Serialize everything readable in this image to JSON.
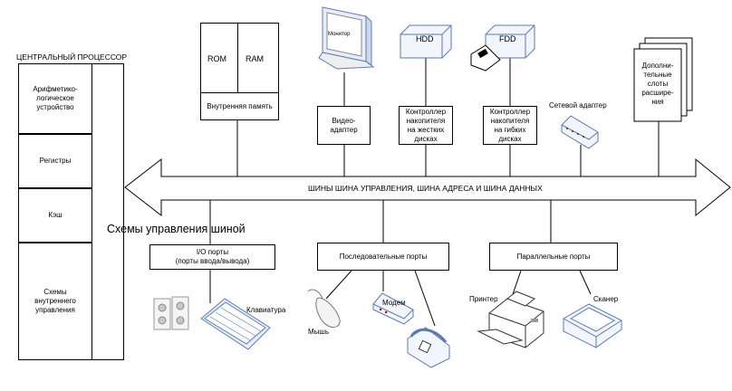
{
  "cpu": {
    "title": "ЦЕНТРАЛЬНЫЙ ПРОЦЕССОР",
    "cells": [
      "Арифметико-\nлогическое\nустройство",
      "Регистры",
      "Кэш",
      "Схемы\nвнутреннего\nуправления"
    ],
    "bus_control": "Схемы управления шиной"
  },
  "memory": {
    "rom": "ROM",
    "ram": "RAM",
    "label": "Внутренняя память"
  },
  "bus": {
    "label": "ШИНЫ ШИНА УПРАВЛЕНИЯ, ШИНА АДРЕСА И ШИНА ДАННЫХ"
  },
  "devices": {
    "monitor": "Монитор",
    "hdd": "HDD",
    "fdd": "FDD",
    "video": "Видео-\nадаптер",
    "hdd_ctrl": "Контроллер\nнакопителя\nна жестких\nдисках",
    "fdd_ctrl": "Контроллер\nнакопителя\nна гибких\nдисках",
    "network": "Сетевой адаптер",
    "slots": "Дополни-\nтельные\nслоты\nрасшире-\nния"
  },
  "ports": {
    "io": "I/O порты\n(порты ввода/вывода)",
    "serial": "Последовательные порты",
    "parallel": "Параллельные порты"
  },
  "peripherals": {
    "keyboard": "Клавиатура",
    "mouse": "Мышь",
    "modem": "Модем",
    "printer": "Принтер",
    "scanner": "Сканер"
  }
}
